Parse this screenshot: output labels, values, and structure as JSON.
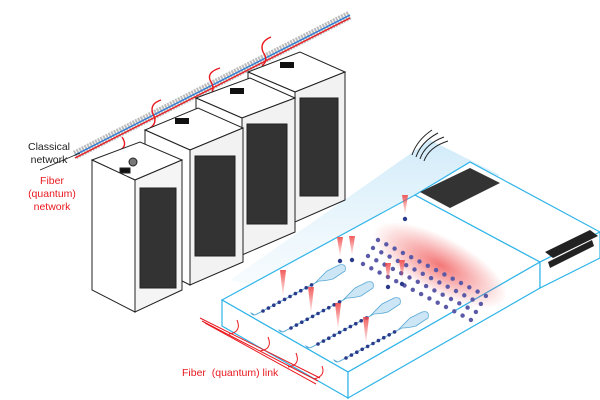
{
  "labels": {
    "classical_network": [
      "Classical",
      "network"
    ],
    "fiber_network": [
      "Fiber",
      "(quantum)",
      "network"
    ],
    "fiber_link": "Fiber  (quantum) link"
  },
  "colors": {
    "fiber": "#e8191f",
    "classical": "#2b7bd6",
    "tray_outline": "#2fb4e8",
    "qubit": "#3a4a9a",
    "laser": "#f04a4a",
    "rack_outline": "#222222"
  },
  "icons": [
    "server-rack",
    "ion-trap",
    "qubit-array",
    "laser-beam",
    "fiber-bundle",
    "vent-grille",
    "control-panel"
  ]
}
